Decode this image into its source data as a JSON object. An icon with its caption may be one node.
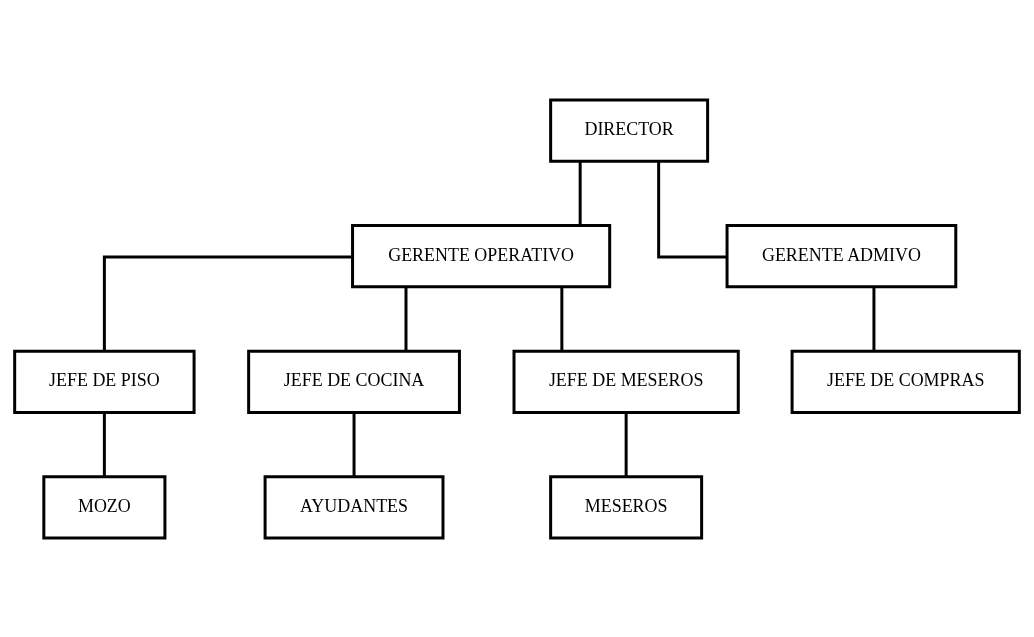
{
  "diagram": {
    "nodes": [
      {
        "text": [
          "DIRECTOR"
        ]
      },
      {
        "text": [
          "GERENTE OPERATIVO"
        ]
      },
      {
        "text": [
          "GERENTE ADMIVO"
        ]
      },
      {
        "text": [
          "JEFE DE PISO"
        ]
      },
      {
        "text": [
          "JEFE DE COCINA"
        ]
      },
      {
        "text": [
          "JEFE DE MESEROS"
        ]
      },
      {
        "text": [
          "JEFE DE COMPRAS"
        ]
      },
      {
        "text": [
          "MOZO"
        ]
      },
      {
        "text": [
          "AYUDANTES"
        ]
      },
      {
        "text": [
          "MESEROS"
        ]
      }
    ],
    "edges": [
      {
        "from": 0,
        "to": 1,
        "arrow": "none"
      },
      {
        "from": 0,
        "to": 2,
        "arrow": "none"
      },
      {
        "from": 1,
        "to": 3,
        "arrow": "none"
      },
      {
        "from": 1,
        "to": 4,
        "arrow": "none"
      },
      {
        "from": 1,
        "to": 5,
        "arrow": "none"
      },
      {
        "from": 2,
        "to": 6,
        "arrow": "none"
      },
      {
        "from": 3,
        "to": 7,
        "arrow": "none"
      },
      {
        "from": 4,
        "to": 8,
        "arrow": "none"
      },
      {
        "from": 5,
        "to": 9,
        "arrow": "none"
      }
    ]
  }
}
